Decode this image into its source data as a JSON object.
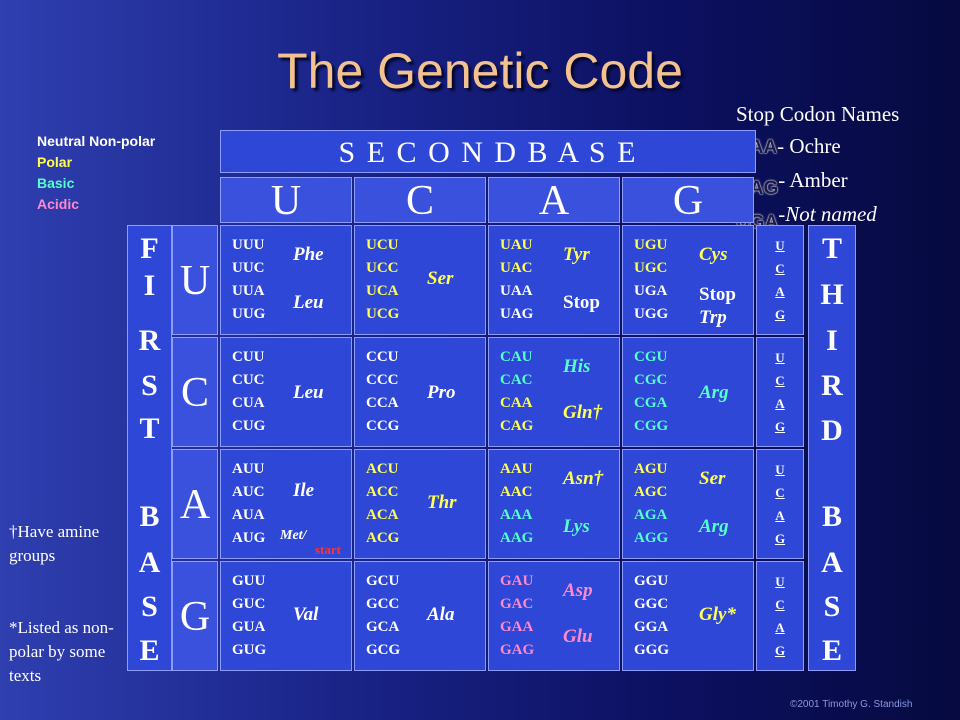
{
  "title": "The Genetic Code",
  "stop_codon_names": {
    "heading": "Stop Codon Names",
    "rows": [
      {
        "codon": "UAA",
        "name": "- Ochre"
      },
      {
        "codon": "UAG",
        "name": "- Amber"
      },
      {
        "codon": "UGA",
        "name": "-Not named"
      }
    ]
  },
  "legend": {
    "neutral_nonpolar": "Neutral Non-polar",
    "polar": "Polar",
    "basic": "Basic",
    "acidic": "Acidic"
  },
  "second_base_label": "S E C O N D   B A S E",
  "columns": [
    "U",
    "C",
    "A",
    "G"
  ],
  "rows": [
    "U",
    "C",
    "A",
    "G"
  ],
  "first_base_letters": [
    "F",
    "I",
    "R",
    "S",
    "T",
    "",
    "B",
    "A",
    "S",
    "E"
  ],
  "third_base_letters": [
    "T",
    "H",
    "I",
    "R",
    "D",
    "",
    "B",
    "A",
    "S",
    "E"
  ],
  "third_base_codes": [
    "U",
    "C",
    "A",
    "G"
  ],
  "grid": [
    [
      {
        "codons": [
          "UUU",
          "UUC",
          "UUA",
          "UUG"
        ],
        "aas": [
          {
            "name": "Phe"
          },
          {
            "name": "Leu"
          }
        ]
      },
      {
        "codons": [
          "UCU",
          "UCC",
          "UCA",
          "UCG"
        ],
        "aas": [
          {
            "name": "Ser"
          }
        ]
      },
      {
        "codons": [
          "UAU",
          "UAC",
          "UAA",
          "UAG"
        ],
        "aas": [
          {
            "name": "Tyr"
          },
          {
            "name": "Stop"
          }
        ]
      },
      {
        "codons": [
          "UGU",
          "UGC",
          "UGA",
          "UGG"
        ],
        "aas": [
          {
            "name": "Cys"
          },
          {
            "name": "Stop"
          },
          {
            "name": "Trp"
          }
        ]
      }
    ],
    [
      {
        "codons": [
          "CUU",
          "CUC",
          "CUA",
          "CUG"
        ],
        "aas": [
          {
            "name": "Leu"
          }
        ]
      },
      {
        "codons": [
          "CCU",
          "CCC",
          "CCA",
          "CCG"
        ],
        "aas": [
          {
            "name": "Pro"
          }
        ]
      },
      {
        "codons": [
          "CAU",
          "CAC",
          "CAA",
          "CAG"
        ],
        "aas": [
          {
            "name": "His"
          },
          {
            "name": "Gln†"
          }
        ]
      },
      {
        "codons": [
          "CGU",
          "CGC",
          "CGA",
          "CGG"
        ],
        "aas": [
          {
            "name": "Arg"
          }
        ]
      }
    ],
    [
      {
        "codons": [
          "AUU",
          "AUC",
          "AUA",
          "AUG"
        ],
        "aas": [
          {
            "name": "Ile"
          },
          {
            "name": "Met/"
          },
          {
            "name": "start"
          }
        ]
      },
      {
        "codons": [
          "ACU",
          "ACC",
          "ACA",
          "ACG"
        ],
        "aas": [
          {
            "name": "Thr"
          }
        ]
      },
      {
        "codons": [
          "AAU",
          "AAC",
          "AAA",
          "AAG"
        ],
        "aas": [
          {
            "name": "Asn†"
          },
          {
            "name": "Lys"
          }
        ]
      },
      {
        "codons": [
          "AGU",
          "AGC",
          "AGA",
          "AGG"
        ],
        "aas": [
          {
            "name": "Ser"
          },
          {
            "name": "Arg"
          }
        ]
      }
    ],
    [
      {
        "codons": [
          "GUU",
          "GUC",
          "GUA",
          "GUG"
        ],
        "aas": [
          {
            "name": "Val"
          }
        ]
      },
      {
        "codons": [
          "GCU",
          "GCC",
          "GCA",
          "GCG"
        ],
        "aas": [
          {
            "name": "Ala"
          }
        ]
      },
      {
        "codons": [
          "GAU",
          "GAC",
          "GAA",
          "GAG"
        ],
        "aas": [
          {
            "name": "Asp"
          },
          {
            "name": "Glu"
          }
        ]
      },
      {
        "codons": [
          "GGU",
          "GGC",
          "GGA",
          "GGG"
        ],
        "aas": [
          {
            "name": "Gly*"
          }
        ]
      }
    ]
  ],
  "notes": {
    "amine": "†Have amine groups",
    "nonpolar": "*Listed as non-polar by some texts"
  },
  "copyright": "©2001 Timothy G. Standish",
  "colors": {
    "neutral_nonpolar": "#ffffff",
    "polar": "#ffff55",
    "basic": "#55ffcc",
    "acidic": "#ff88cc",
    "title": "#f4c28e"
  }
}
